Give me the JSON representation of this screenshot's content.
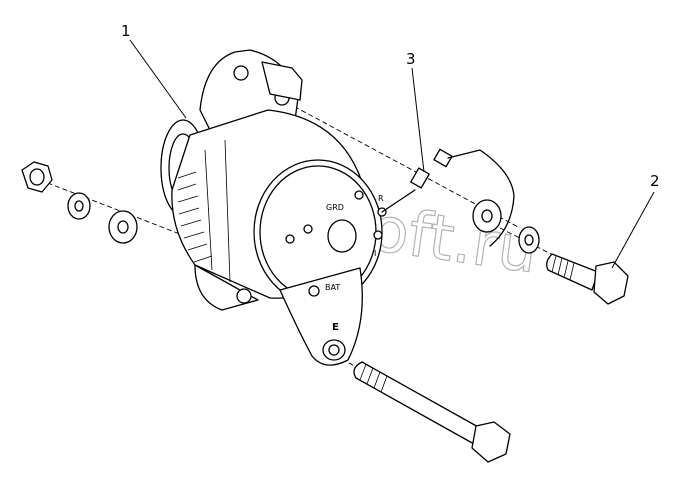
{
  "callouts": {
    "c1": "1",
    "c2": "2",
    "c3": "3"
  },
  "terminals": {
    "grd": "GRD",
    "r": "R",
    "bat": "BAT",
    "i": "I",
    "e": "E"
  },
  "watermark": "AutoSoft.ru"
}
